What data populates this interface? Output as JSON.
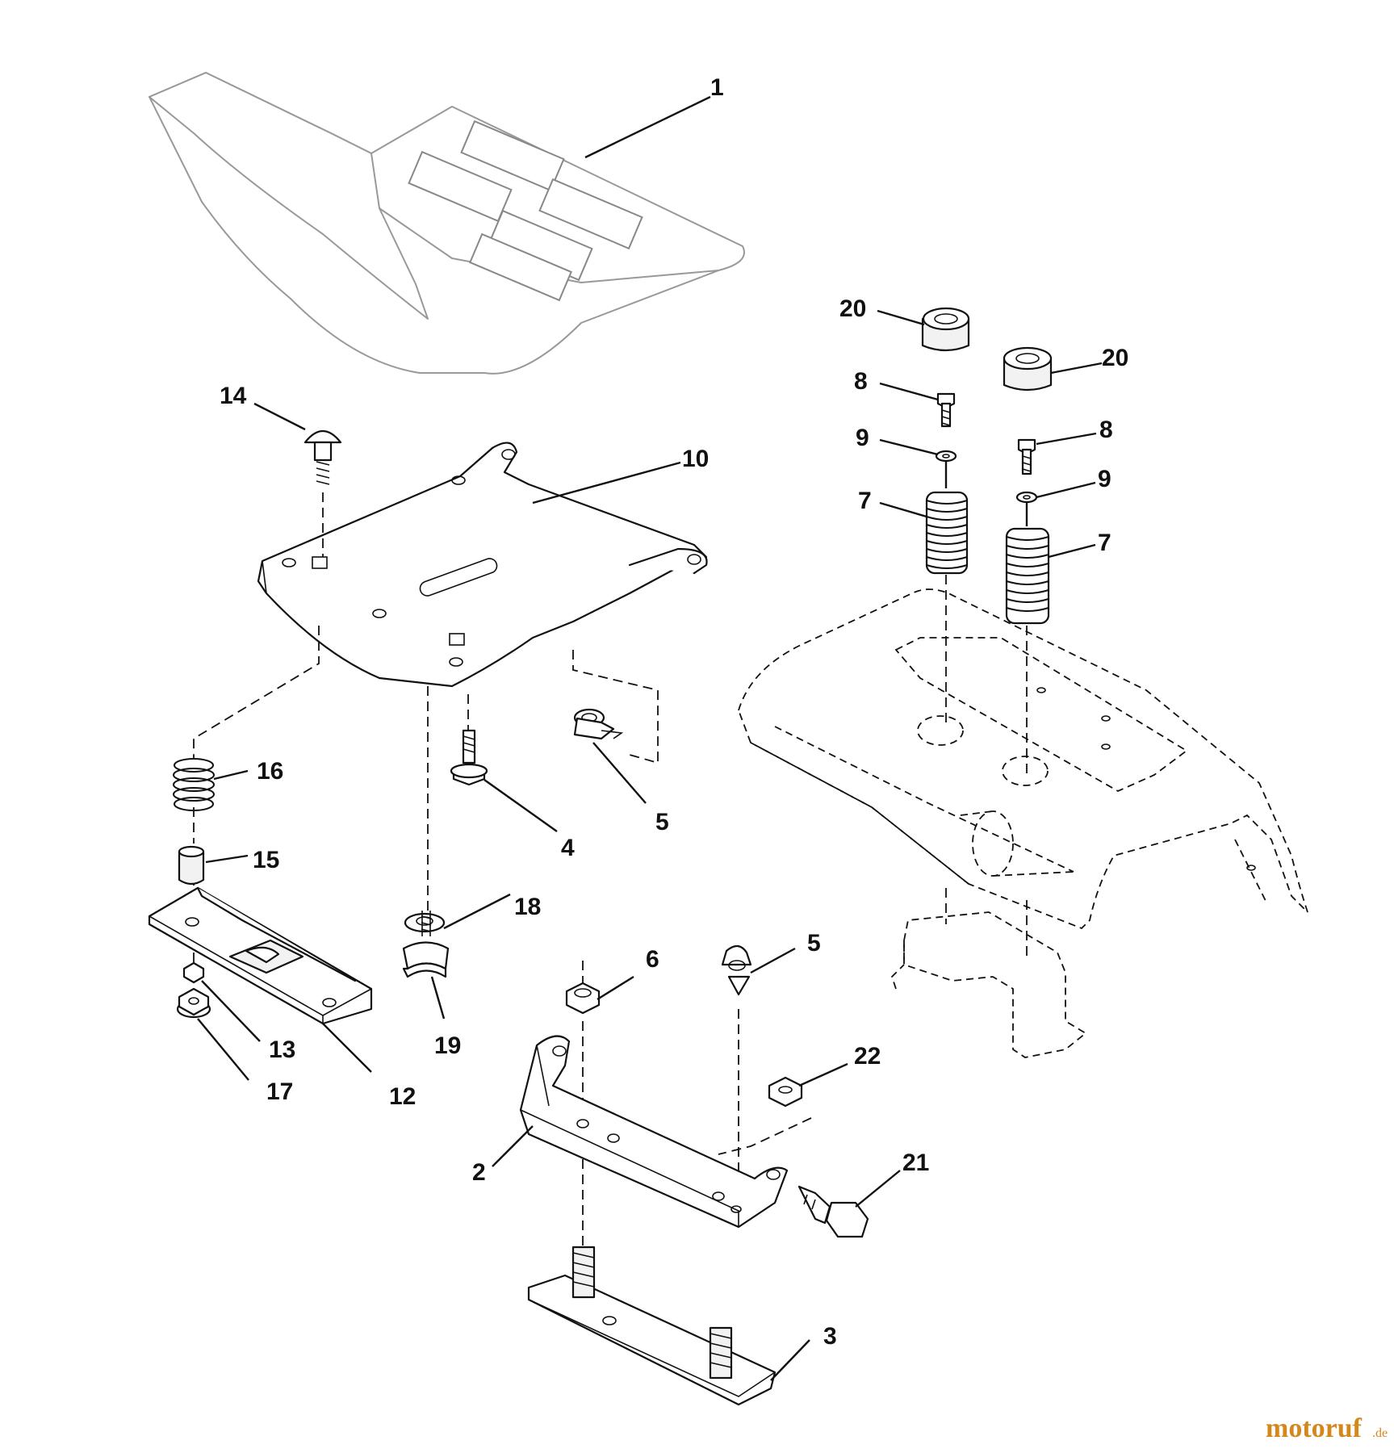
{
  "callouts": [
    {
      "id": "c1",
      "label": "1"
    },
    {
      "id": "c2",
      "label": "2"
    },
    {
      "id": "c3",
      "label": "3"
    },
    {
      "id": "c4",
      "label": "4"
    },
    {
      "id": "c5a",
      "label": "5"
    },
    {
      "id": "c5b",
      "label": "5"
    },
    {
      "id": "c6",
      "label": "6"
    },
    {
      "id": "c7a",
      "label": "7"
    },
    {
      "id": "c7b",
      "label": "7"
    },
    {
      "id": "c8a",
      "label": "8"
    },
    {
      "id": "c8b",
      "label": "8"
    },
    {
      "id": "c9a",
      "label": "9"
    },
    {
      "id": "c9b",
      "label": "9"
    },
    {
      "id": "c10",
      "label": "10"
    },
    {
      "id": "c12",
      "label": "12"
    },
    {
      "id": "c13",
      "label": "13"
    },
    {
      "id": "c14",
      "label": "14"
    },
    {
      "id": "c15",
      "label": "15"
    },
    {
      "id": "c16",
      "label": "16"
    },
    {
      "id": "c17",
      "label": "17"
    },
    {
      "id": "c18",
      "label": "18"
    },
    {
      "id": "c19",
      "label": "19"
    },
    {
      "id": "c20a",
      "label": "20"
    },
    {
      "id": "c20b",
      "label": "20"
    },
    {
      "id": "c21",
      "label": "21"
    },
    {
      "id": "c22",
      "label": "22"
    }
  ],
  "watermark": {
    "brand": "motoruf",
    "suffix": ".de"
  },
  "colors": {
    "line": "#111111",
    "seat_outline": "#999999",
    "watermark": "#d4881c"
  }
}
